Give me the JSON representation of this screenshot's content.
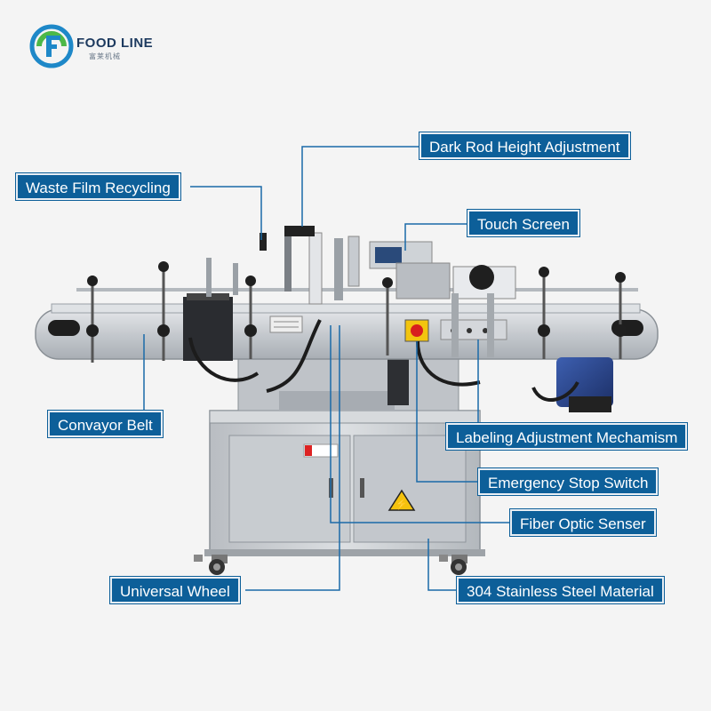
{
  "brand": {
    "name": "FOOD LINE",
    "subtitle": "富莱机械",
    "colors": {
      "green": "#4cb848",
      "blue": "#1e88c8"
    }
  },
  "callouts": {
    "dark_rod": "Dark Rod Height Adjustment",
    "waste_film": "Waste Film Recycling",
    "touch_screen": "Touch Screen",
    "conveyor": "Convayor Belt",
    "labeling_adj": "Labeling Adjustment Mechamism",
    "emergency_stop": "Emergency Stop Switch",
    "fiber_optic": "Fiber Optic Senser",
    "wheel": "Universal Wheel",
    "stainless": "304 Stainless Steel Material"
  },
  "colors": {
    "label_bg": "#0d5f99",
    "leader": "#1a6aa8",
    "steel": "#c9ccd0"
  }
}
